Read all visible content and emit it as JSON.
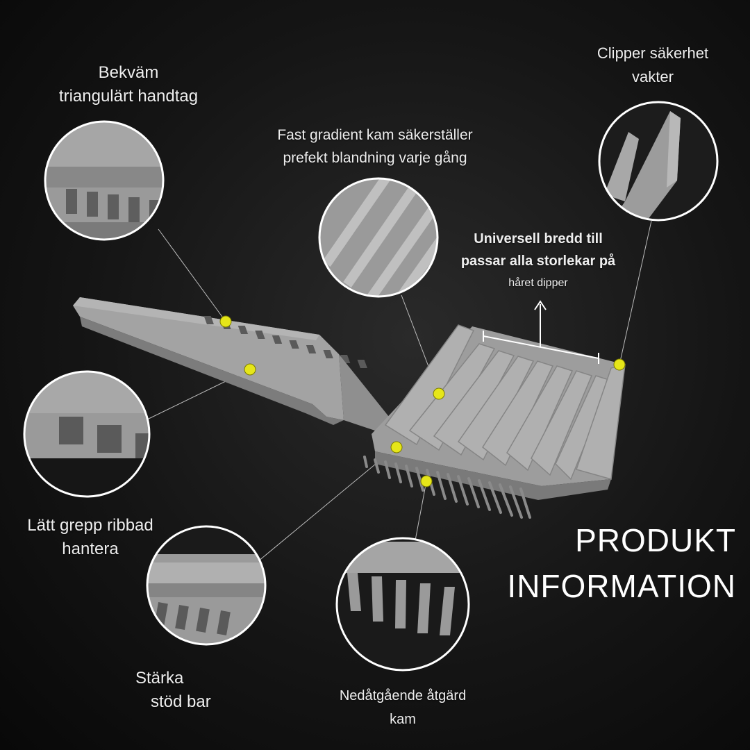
{
  "labels": {
    "handle": [
      "Bekväm",
      "triangulärt handtag"
    ],
    "gradient": [
      "Fast gradient kam säkerställer",
      "prefekt blandning varje gång"
    ],
    "guard": [
      "Clipper säkerhet",
      "vakter"
    ],
    "width": [
      "Universell bredd till",
      "passar alla storlekar på",
      "håret dipper"
    ],
    "grip": [
      "Lätt grepp ribbad",
      "hantera"
    ],
    "support": [
      "Stärka",
      "stöd bar"
    ],
    "down": [
      "Nedåtgående åtgärd",
      "kam"
    ]
  },
  "title": [
    "PRODUKT",
    "INFORMATION"
  ],
  "colors": {
    "product": "#9a9a9a",
    "marker": "#e6e619",
    "callout_ring": "#ffffff",
    "leader_line": "#bdbdbd"
  }
}
